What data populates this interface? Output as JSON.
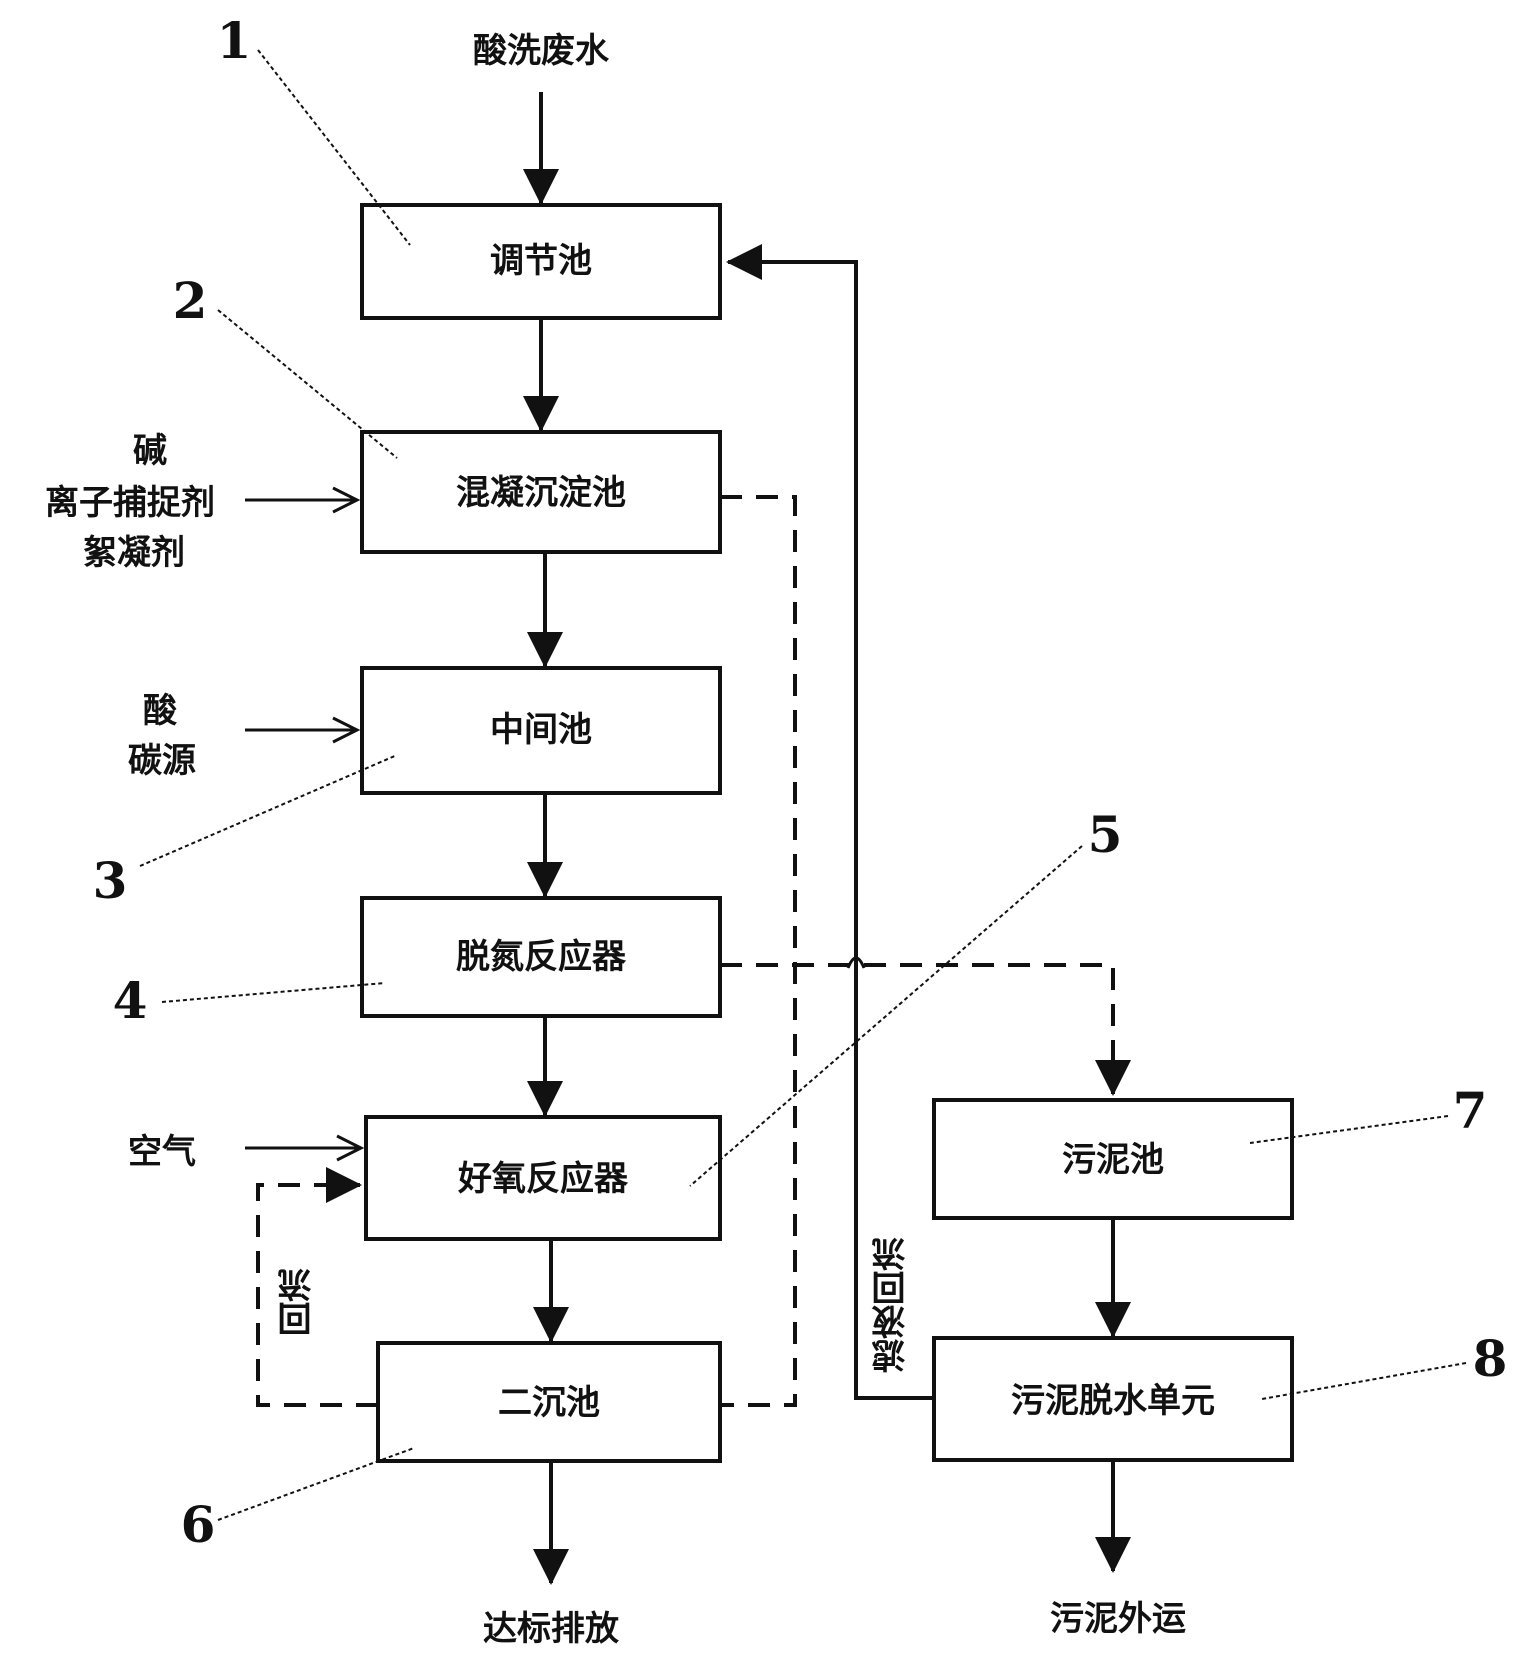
{
  "boxes": {
    "b1": "调节池",
    "b2": "混凝沉淀池",
    "b3": "中间池",
    "b4": "脱氮反应器",
    "b5": "好氧反应器",
    "b6": "二沉池",
    "b7": "污泥池",
    "b8": "污泥脱水单元"
  },
  "inputs": {
    "wastewater": "酸洗废水",
    "chem1": "碱",
    "chem2": "离子捕捉剂",
    "chem3": "絮凝剂",
    "acid": "酸",
    "carbon": "碳源",
    "air": "空气"
  },
  "outputs": {
    "discharge": "达标排放",
    "sludge_out": "污泥外运"
  },
  "flows": {
    "reflux": "回流",
    "filtrate_reflux": "滤液回流"
  },
  "numbers": [
    "1",
    "2",
    "3",
    "4",
    "5",
    "6",
    "7",
    "8"
  ]
}
